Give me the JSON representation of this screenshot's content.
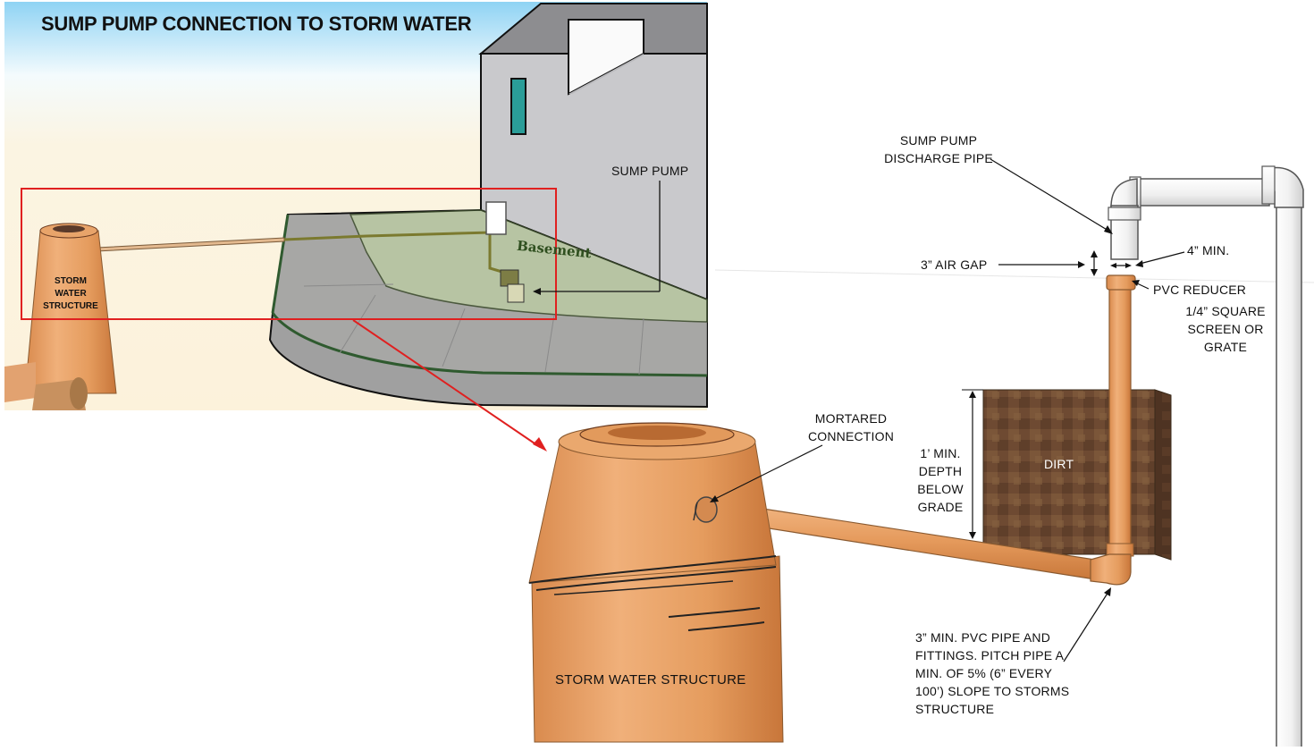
{
  "title": "SUMP PUMP CONNECTION TO STORM WATER",
  "inset": {
    "sump_pump": "SUMP PUMP",
    "basement": "Basement",
    "storm_structure": [
      "STORM",
      "WATER",
      "STRUCTURE"
    ]
  },
  "callouts": {
    "discharge_pipe": [
      "SUMP PUMP",
      "DISCHARGE PIPE"
    ],
    "air_gap": "3” AIR GAP",
    "min_gap": "4” MIN.",
    "reducer": "PVC REDUCER",
    "screen": [
      "1/4” SQUARE",
      "SCREEN OR",
      "GRATE"
    ],
    "mortared": [
      "MORTARED",
      "CONNECTION"
    ],
    "depth": [
      "1’ MIN.",
      "DEPTH",
      "BELOW",
      "GRADE"
    ],
    "dirt": "DIRT",
    "pipe_spec": [
      "3” MIN. PVC PIPE AND",
      "FITTINGS. PITCH PIPE A",
      "MIN. OF 5% (6” EVERY",
      "100’) SLOPE TO STORMS",
      "STRUCTURE"
    ],
    "structure": "STORM  WATER STRUCTURE"
  },
  "colors": {
    "sky_top": "#8fd3f4",
    "pipe_orange": "#e8a46a",
    "pvc_white": "#f4f4f4",
    "dirt": "#6e4a32",
    "wall_gray": "#c9c9cc",
    "basement_green": "#b7c7a0",
    "callout_red": "#e02020"
  }
}
